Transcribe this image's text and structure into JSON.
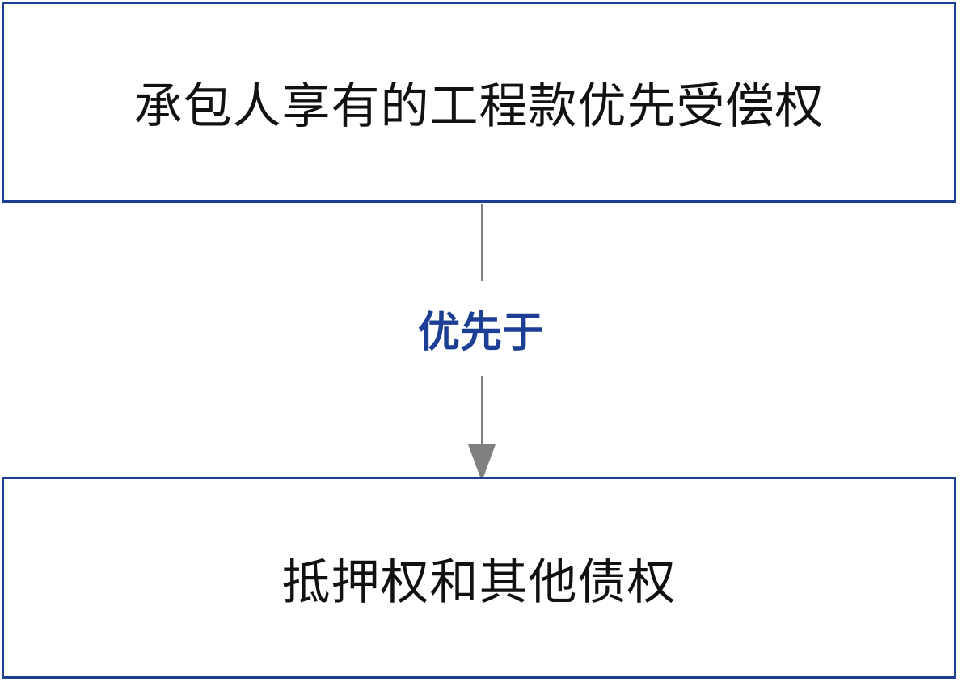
{
  "diagram": {
    "top_node": {
      "label": "承包人享有的工程款优先受偿权"
    },
    "relation": {
      "label": "优先于"
    },
    "bottom_node": {
      "label": "抵押权和其他债权"
    },
    "colors": {
      "border": "#1c3f95",
      "relation_text": "#1c3f95",
      "arrow": "#808080",
      "node_text": "#111111",
      "background": "#ffffff"
    }
  }
}
